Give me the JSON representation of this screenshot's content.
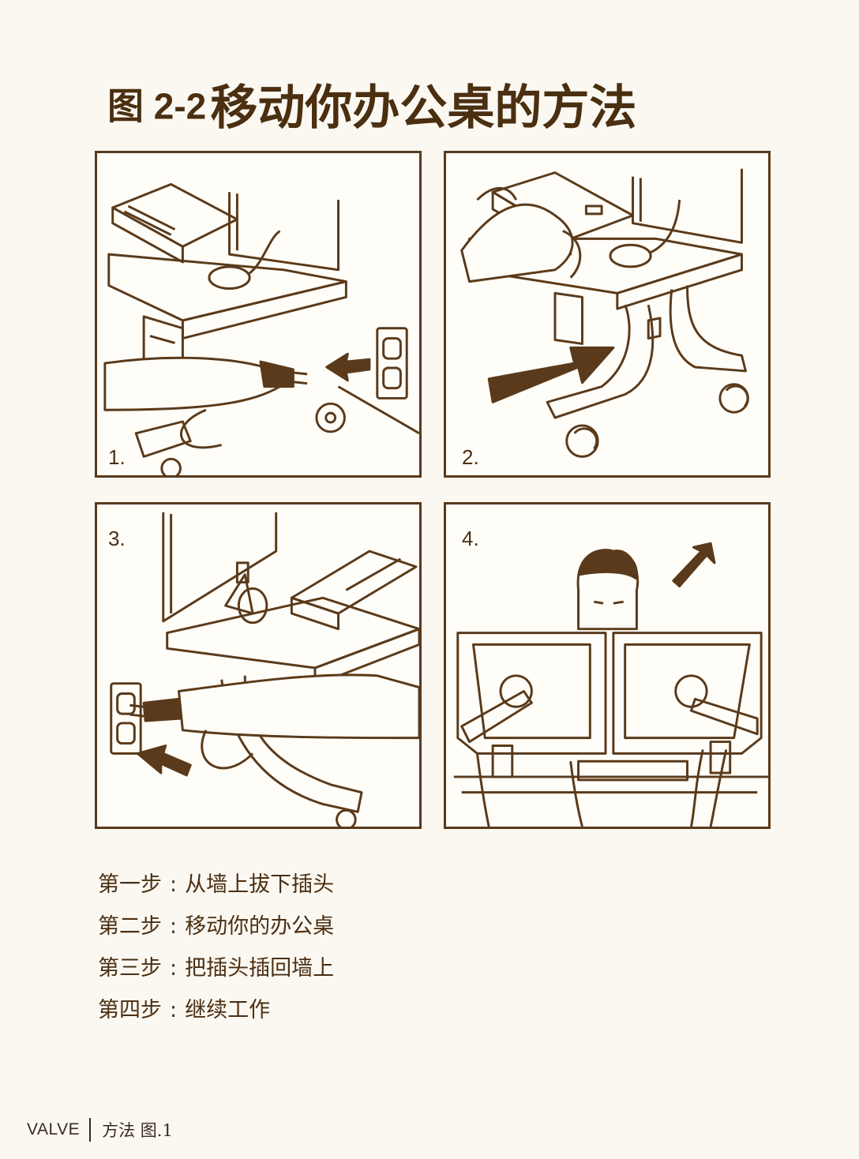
{
  "title": {
    "figure": "图 2-2",
    "text": "移动你办公桌的方法"
  },
  "panels": [
    {
      "number": "1."
    },
    {
      "number": "2."
    },
    {
      "number": "3."
    },
    {
      "number": "4."
    }
  ],
  "steps": [
    {
      "label": "第一步",
      "sep": ":",
      "text": "从墙上拔下插头"
    },
    {
      "label": "第二步",
      "sep": ":",
      "text": "移动你的办公桌"
    },
    {
      "label": "第三步",
      "sep": ":",
      "text": "把插头插回墙上"
    },
    {
      "label": "第四步",
      "sep": ":",
      "text": "继续工作"
    }
  ],
  "footer": {
    "brand": "VALVE",
    "label": "方法 图.1"
  },
  "colors": {
    "ink": "#5a3a1a",
    "paper": "#fbf8f2",
    "title": "#4a2f10"
  }
}
